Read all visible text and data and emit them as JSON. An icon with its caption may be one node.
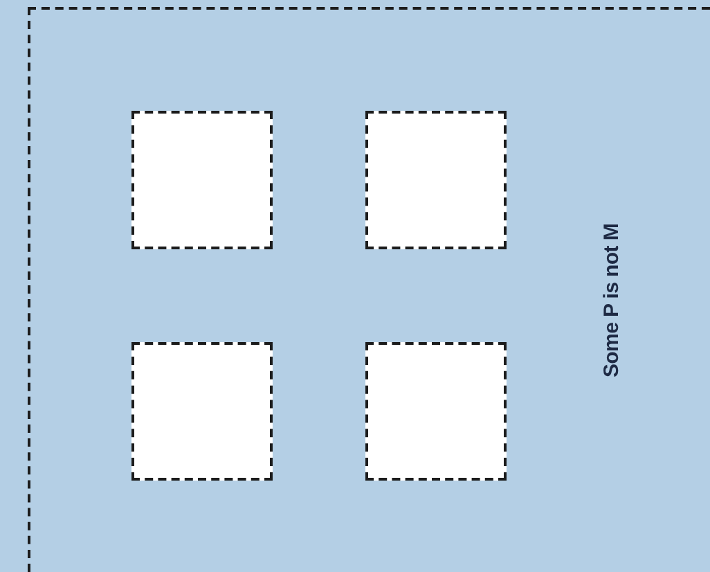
{
  "diagram": {
    "nodes": [
      {
        "text": [
          "Some P is not M"
        ]
      },
      {
        "text": [],
        "shape": "box",
        "in": 0
      },
      {
        "text": [],
        "shape": "box",
        "in": 0
      },
      {
        "text": [],
        "shape": "box",
        "in": 0
      },
      {
        "text": [],
        "shape": "box",
        "in": 0
      }
    ]
  }
}
